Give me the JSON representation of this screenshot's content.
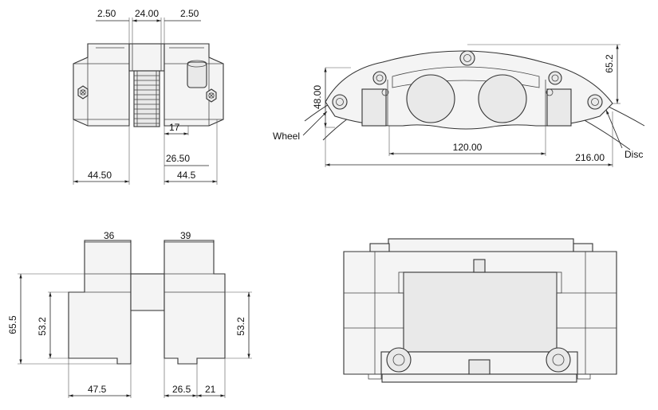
{
  "top_view": {
    "dims": {
      "gap_left": "2.50",
      "center_width": "24.00",
      "gap_right": "2.50",
      "left_half": "44.50",
      "right_half": "44.5",
      "offset_17": "17",
      "offset_2650": "26.50"
    }
  },
  "front_view": {
    "labels": {
      "wheel": "Wheel",
      "disc": "Disc"
    },
    "dims": {
      "height_48": "48.00",
      "height_652": "65.2",
      "piston_span": "120.00",
      "overall_length": "216.00"
    }
  },
  "bottom_left_view": {
    "dims": {
      "left_top": "36",
      "right_top": "39",
      "height_655": "65.5",
      "left_inner": "53.2",
      "right_inner": "53.2",
      "bottom_left": "47.5",
      "bottom_265": "26.5",
      "bottom_21": "21"
    }
  }
}
